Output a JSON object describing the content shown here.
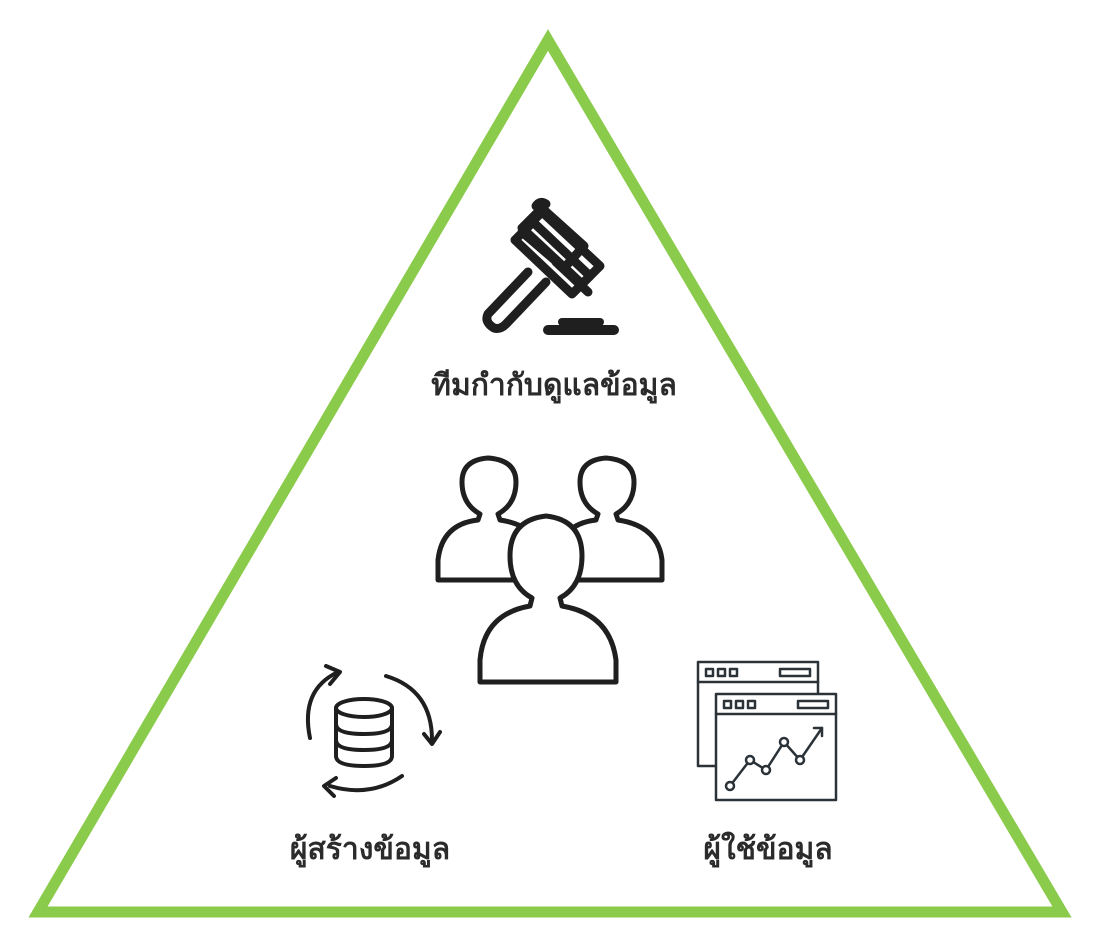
{
  "diagram": {
    "roles": {
      "governance": {
        "label": "ทีมกำกับดูแลข้อมูล",
        "icon": "gavel-icon"
      },
      "center": {
        "icon": "people-group-icon"
      },
      "producer": {
        "label": "ผู้สร้างข้อมูล",
        "icon": "database-sync-icon"
      },
      "consumer": {
        "label": "ผู้ใช้ข้อมูล",
        "icon": "analytics-dashboard-icon"
      }
    },
    "colors": {
      "triangle_stroke": "#8bcb4c",
      "icon_stroke": "#1f1f1f",
      "label_text": "#2b2b2b"
    }
  }
}
